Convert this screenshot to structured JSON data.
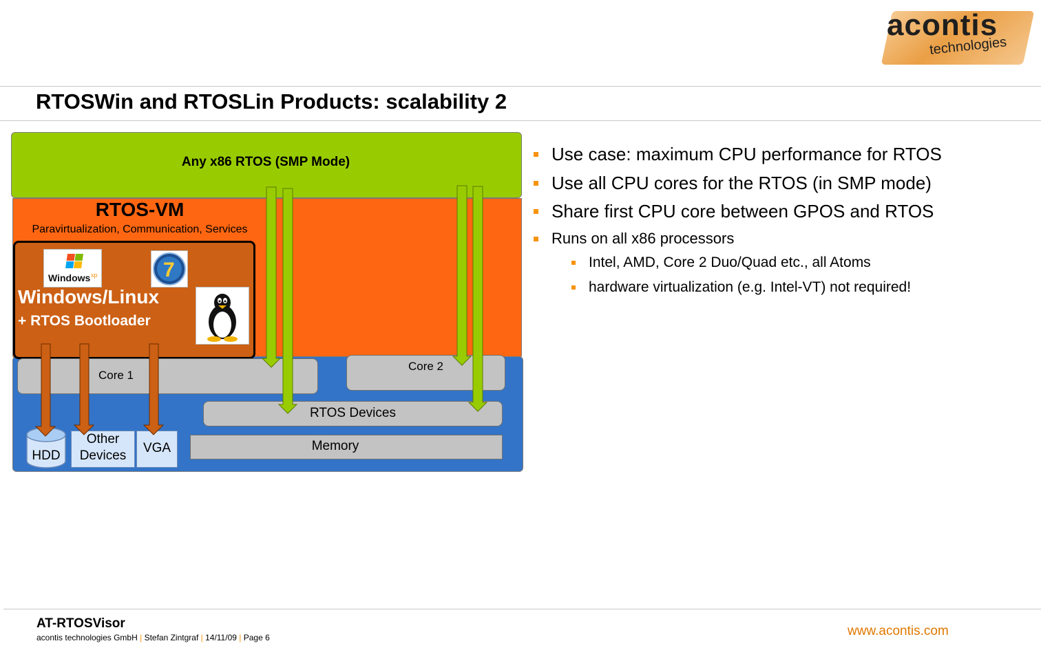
{
  "header": {
    "title": "RTOSWin and RTOSLin Products: scalability 2",
    "logo_main": "acontis",
    "logo_sub": "technologies"
  },
  "diagram": {
    "smp_label": "Any x86 RTOS (SMP Mode)",
    "vm_title": "RTOS-VM",
    "vm_subtitle": "Paravirtualization, Communication, Services",
    "gpos_title": "Windows/Linux",
    "gpos_bootloader": "+ RTOS Bootloader",
    "logos": {
      "windows_xp": "Windows",
      "windows_xp_sup": "xp",
      "windows_7": "7"
    },
    "core1": "Core 1",
    "core2": "Core 2",
    "rtos_devices": "RTOS Devices",
    "memory": "Memory",
    "hdd": "HDD",
    "other_devices_line1": "Other",
    "other_devices_line2": "Devices",
    "vga": "VGA",
    "colors": {
      "rtos_layer": "#99cc00",
      "vm_layer": "#ff6611",
      "hardware_layer": "#3374c8",
      "gpos_box": "#cc6014"
    }
  },
  "bullets": [
    {
      "level": 1,
      "text": "Use case: maximum CPU performance for RTOS"
    },
    {
      "level": 1,
      "text": "Use all CPU cores for the RTOS (in SMP mode)"
    },
    {
      "level": 1,
      "text": "Share first CPU core between GPOS and RTOS"
    },
    {
      "level": 2,
      "text": "Runs on all x86 processors"
    },
    {
      "level": 3,
      "text": "Intel, AMD, Core 2 Duo/Quad etc., all Atoms"
    },
    {
      "level": 3,
      "text": "hardware virtualization (e.g. Intel-VT) not required!"
    }
  ],
  "footer": {
    "product": "AT-RTOSVisor",
    "company": "acontis technologies GmbH",
    "author": "Stefan Zintgraf",
    "date": "14/11/09",
    "page": "Page 6",
    "url": "www.acontis.com"
  }
}
